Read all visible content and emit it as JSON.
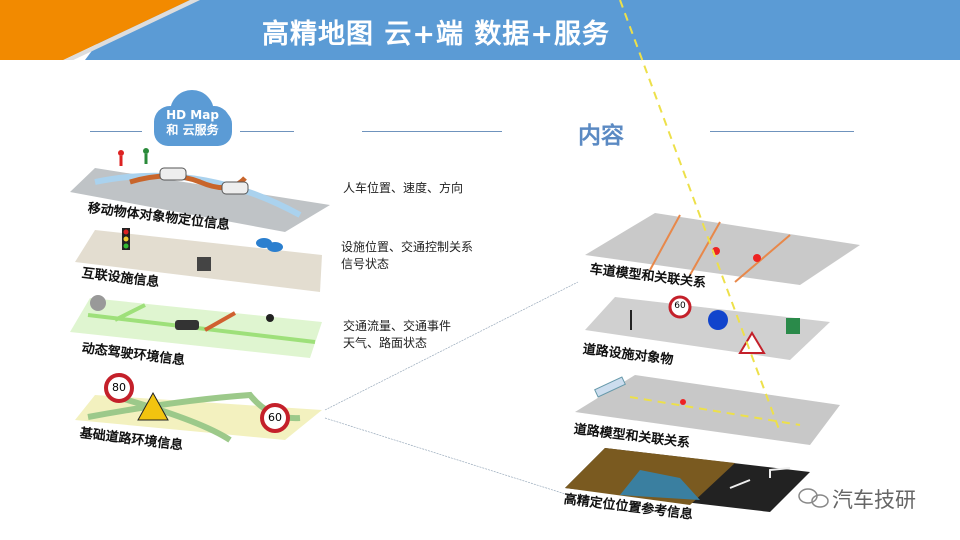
{
  "header": {
    "title": "高精地图 云+端  数据+服务",
    "accent": "#5b9bd5",
    "corner": "#f28a00"
  },
  "left": {
    "cloud": {
      "line1": "HD Map",
      "line2": "和 云服务"
    },
    "layers": [
      {
        "label": "移动物体对象物定位信息",
        "desc": [
          "人车位置、速度、方向"
        ]
      },
      {
        "label": "互联设施信息",
        "desc": [
          "设施位置、交通控制关系",
          "信号状态"
        ]
      },
      {
        "label": "动态驾驶环境信息",
        "desc": [
          "交通流量、交通事件",
          "天气、路面状态"
        ]
      },
      {
        "label": "基础道路环境信息",
        "signs": [
          "80",
          "60"
        ]
      }
    ]
  },
  "right": {
    "heading": "内容",
    "layers": [
      {
        "label": "车道模型和关联关系"
      },
      {
        "label": "道路设施对象物",
        "signs": [
          "60"
        ]
      },
      {
        "label": "道路模型和关联关系"
      },
      {
        "label": "高精定位位置参考信息"
      }
    ]
  },
  "watermark": "汽车技研"
}
